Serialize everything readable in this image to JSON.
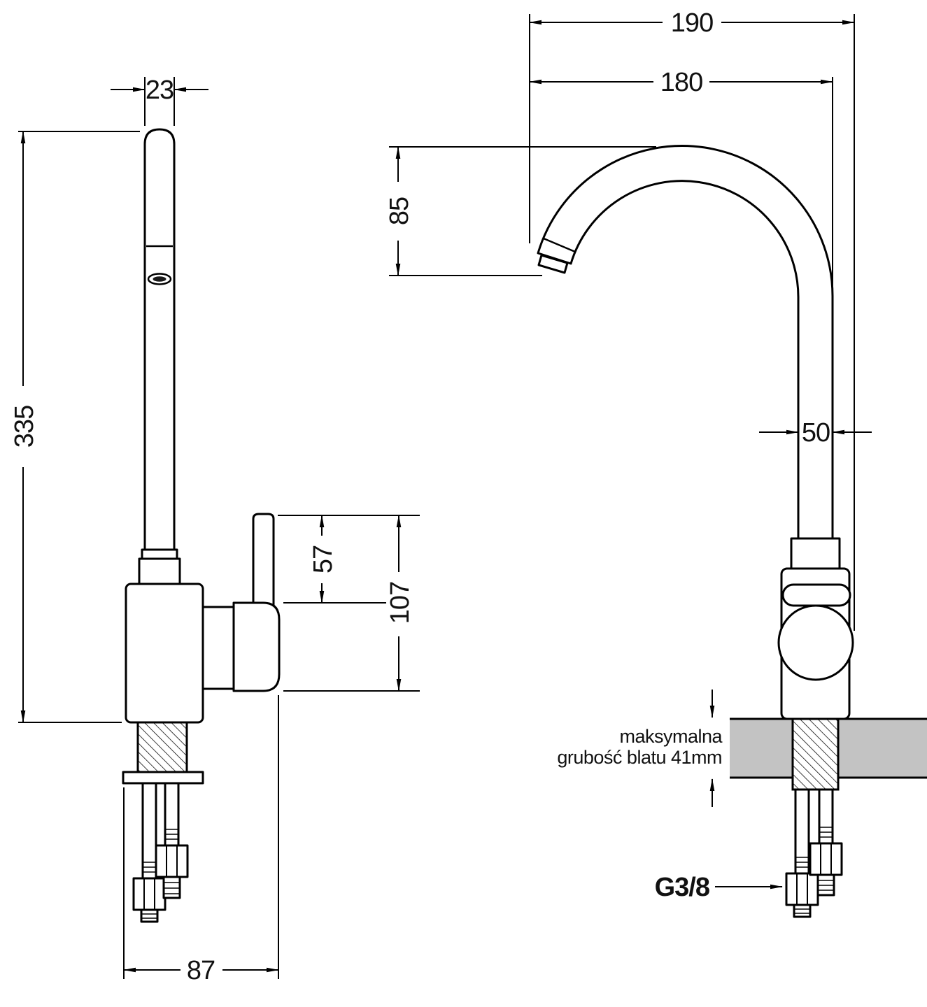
{
  "colors": {
    "line": "#000000",
    "text": "#111111",
    "countertop": "#c3c3c3",
    "background": "#ffffff"
  },
  "side_view": {
    "dim_spout_diameter": "23",
    "dim_total_height": "335",
    "dim_lever_height": "57",
    "dim_handle_depth": "107",
    "dim_base_depth": "87"
  },
  "front_view": {
    "dim_overall_width": "190",
    "dim_spout_reach": "180",
    "dim_spout_drop": "85",
    "dim_column_width": "50",
    "countertop_note_line1": "maksymalna",
    "countertop_note_line2": "grubość blatu 41mm",
    "thread_label": "G3/8"
  }
}
